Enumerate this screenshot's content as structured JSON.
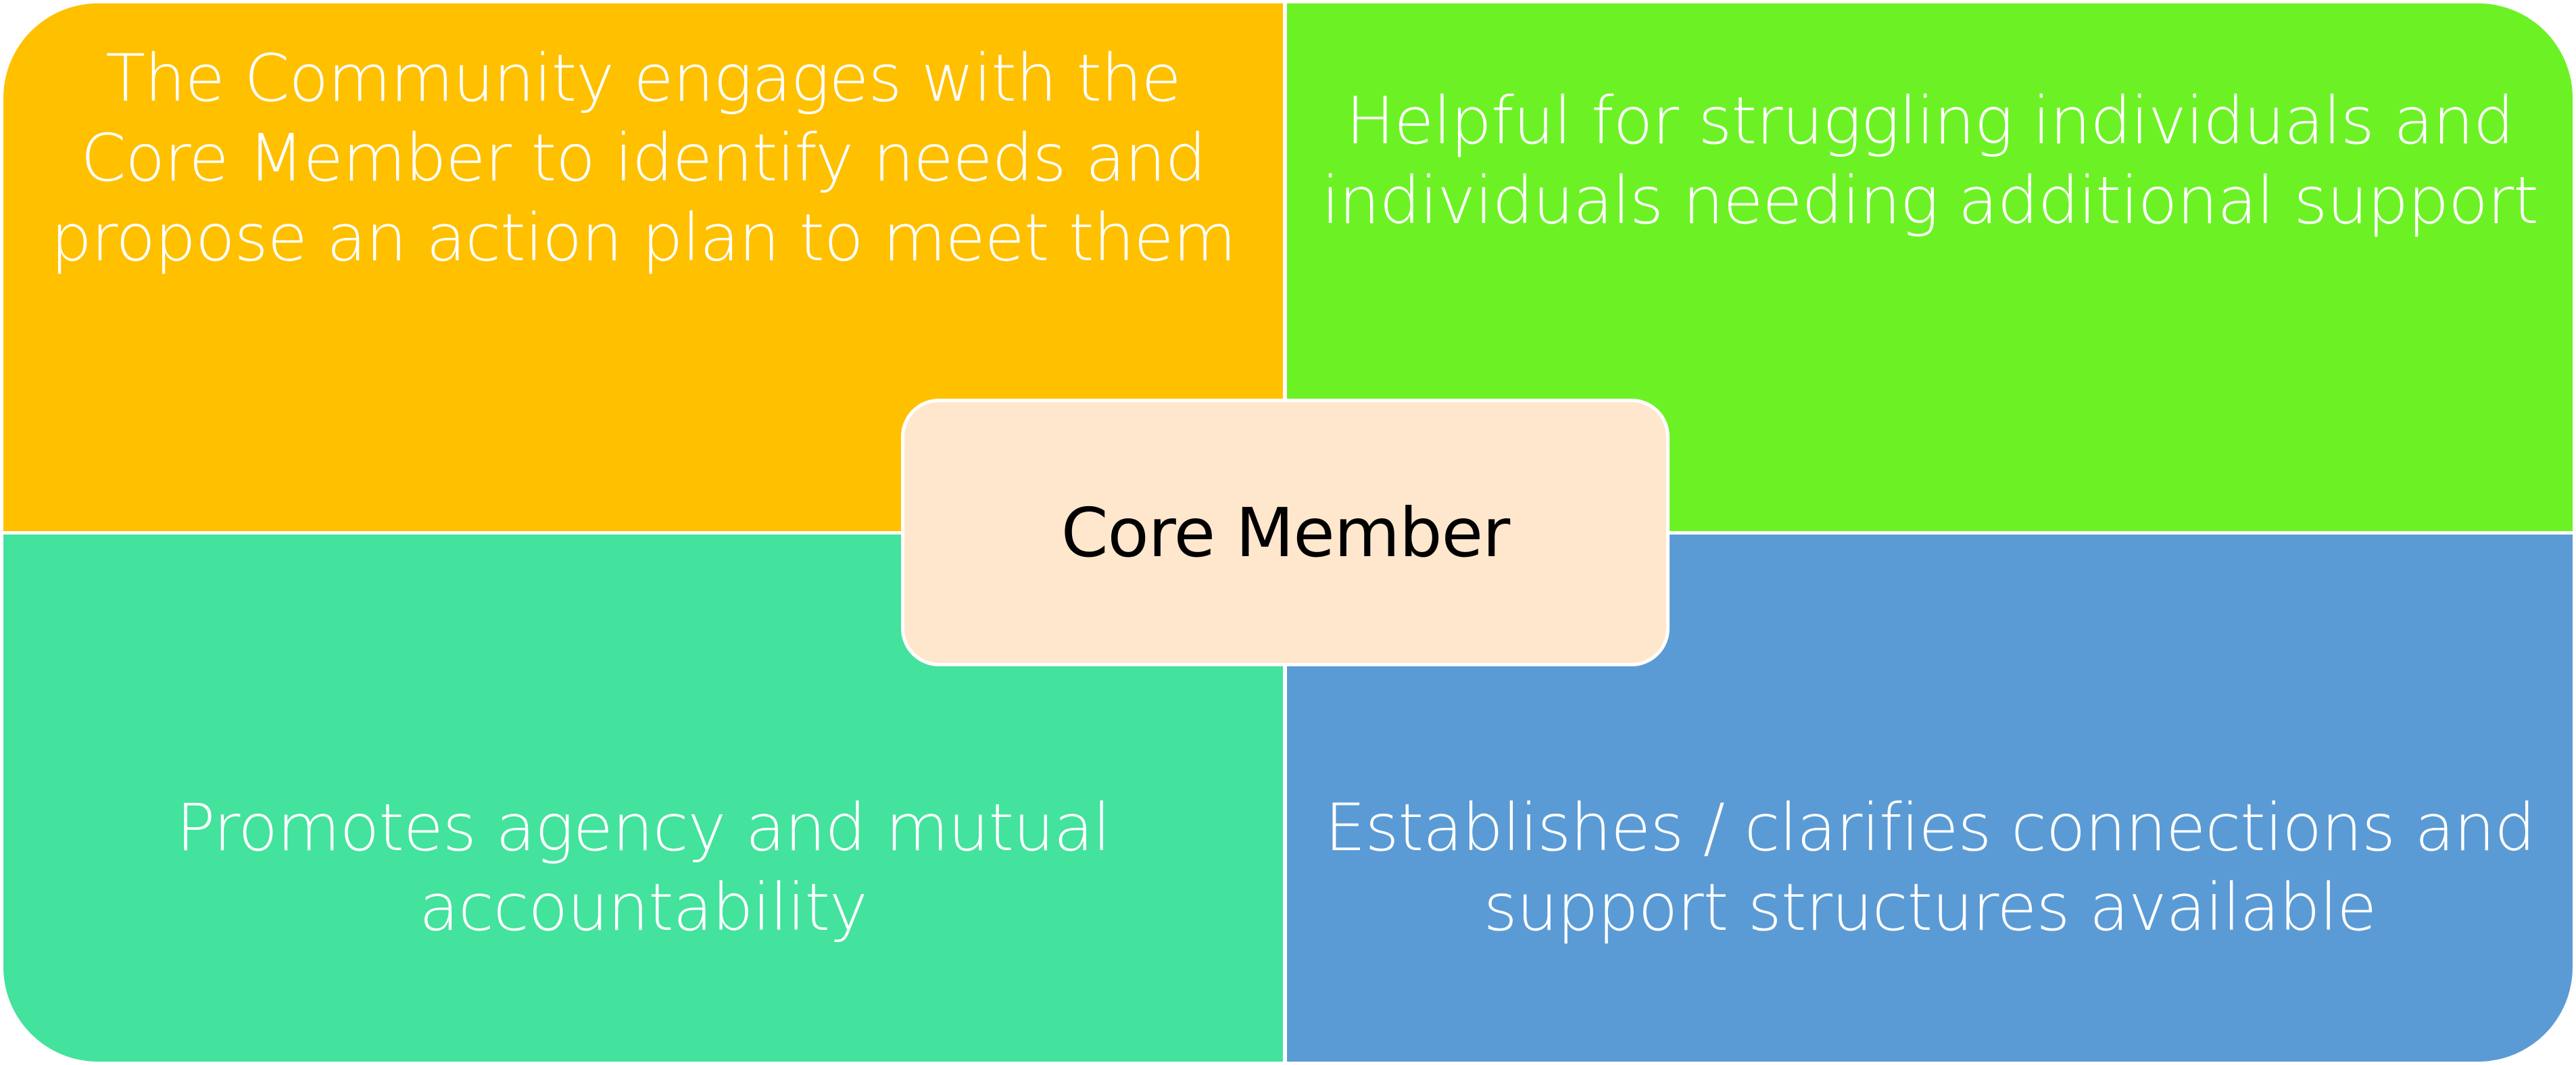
{
  "diagram": {
    "center": {
      "label": "Core Member",
      "fill": "#FFE7CE",
      "text_color": "#000000"
    },
    "quadrants": [
      {
        "position": "top-left",
        "color": "#FFC000",
        "text": "The Community engages with the Core Member to identify needs and propose an action plan to meet them"
      },
      {
        "position": "top-right",
        "color": "#6CF224",
        "text": "Helpful for struggling individuals and individuals needing additional support"
      },
      {
        "position": "bottom-left",
        "color": "#43E29D",
        "text": "Promotes agency and mutual accountability"
      },
      {
        "position": "bottom-right",
        "color": "#5B9BD5",
        "text": "Establishes / clarifies connections and support structures available"
      }
    ]
  }
}
